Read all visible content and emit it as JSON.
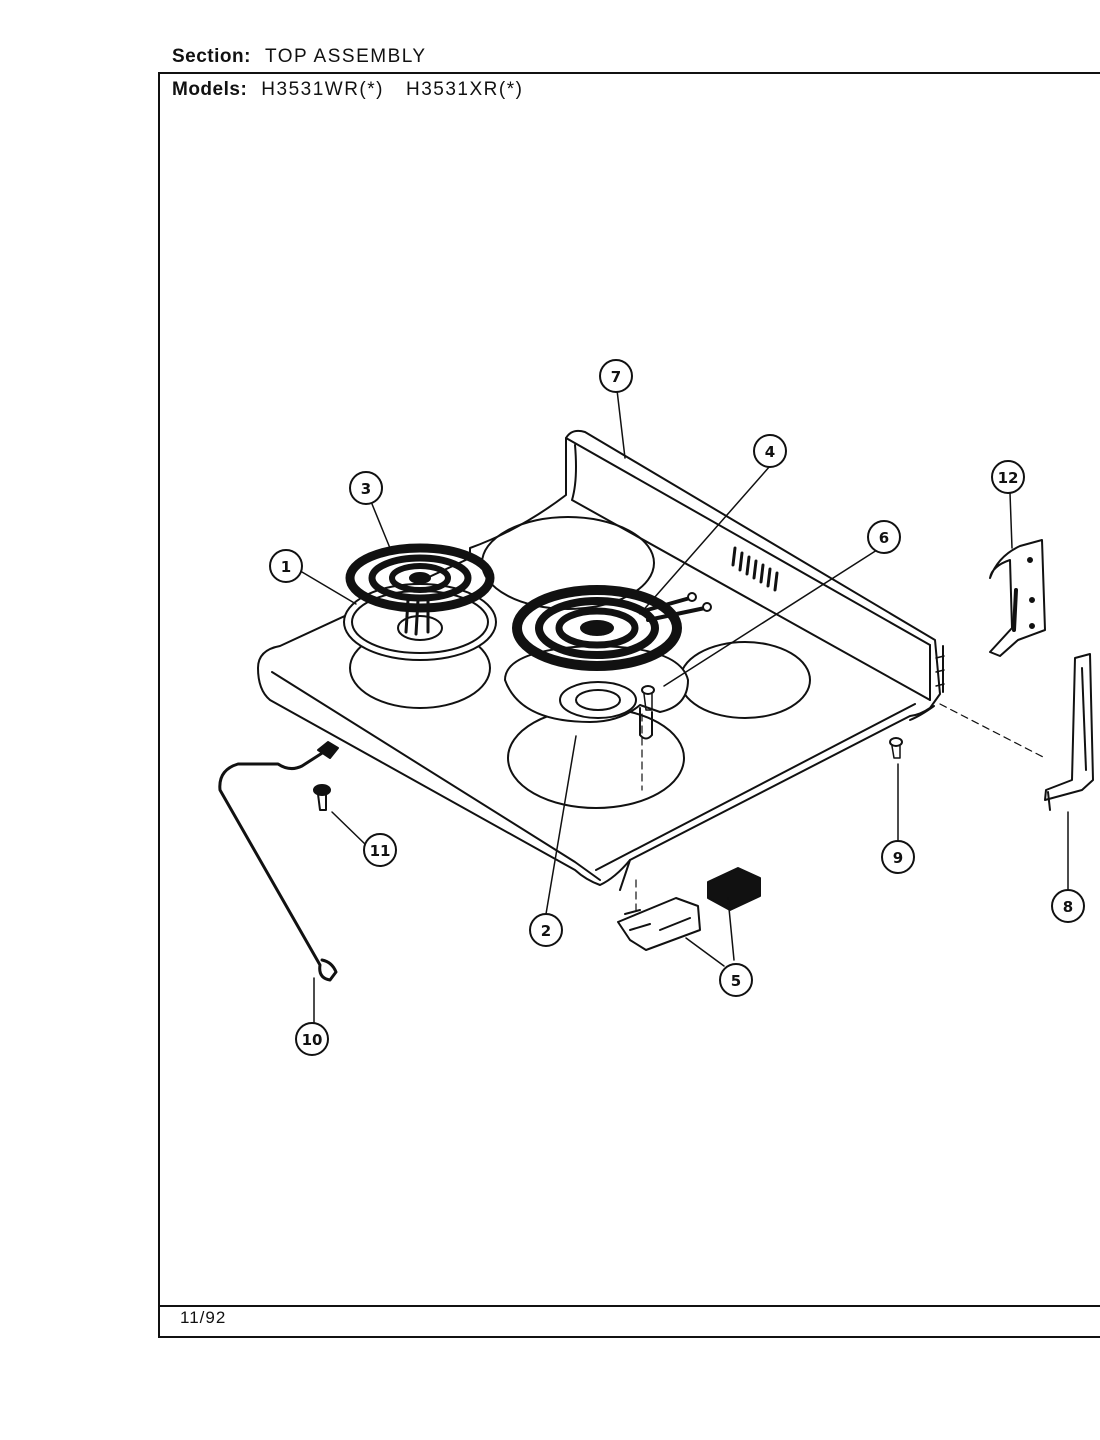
{
  "header": {
    "section_label": "Section:",
    "section_value": "TOP ASSEMBLY",
    "models_label": "Models:",
    "model_1": "H3531WR(*)",
    "model_2": "H3531XR(*)"
  },
  "footer": {
    "date": "11/92"
  },
  "callouts": [
    {
      "id": "1",
      "part": "drip-bowl-small"
    },
    {
      "id": "2",
      "part": "drip-bowl-large"
    },
    {
      "id": "3",
      "part": "surface-element-small"
    },
    {
      "id": "4",
      "part": "surface-element-large"
    },
    {
      "id": "5",
      "part": "element-receptacle-and-block"
    },
    {
      "id": "6",
      "part": "screw"
    },
    {
      "id": "7",
      "part": "main-top"
    },
    {
      "id": "8",
      "part": "side-trim"
    },
    {
      "id": "9",
      "part": "clip"
    },
    {
      "id": "10",
      "part": "top-support-rod"
    },
    {
      "id": "11",
      "part": "screw"
    },
    {
      "id": "12",
      "part": "hinge-bracket"
    }
  ]
}
